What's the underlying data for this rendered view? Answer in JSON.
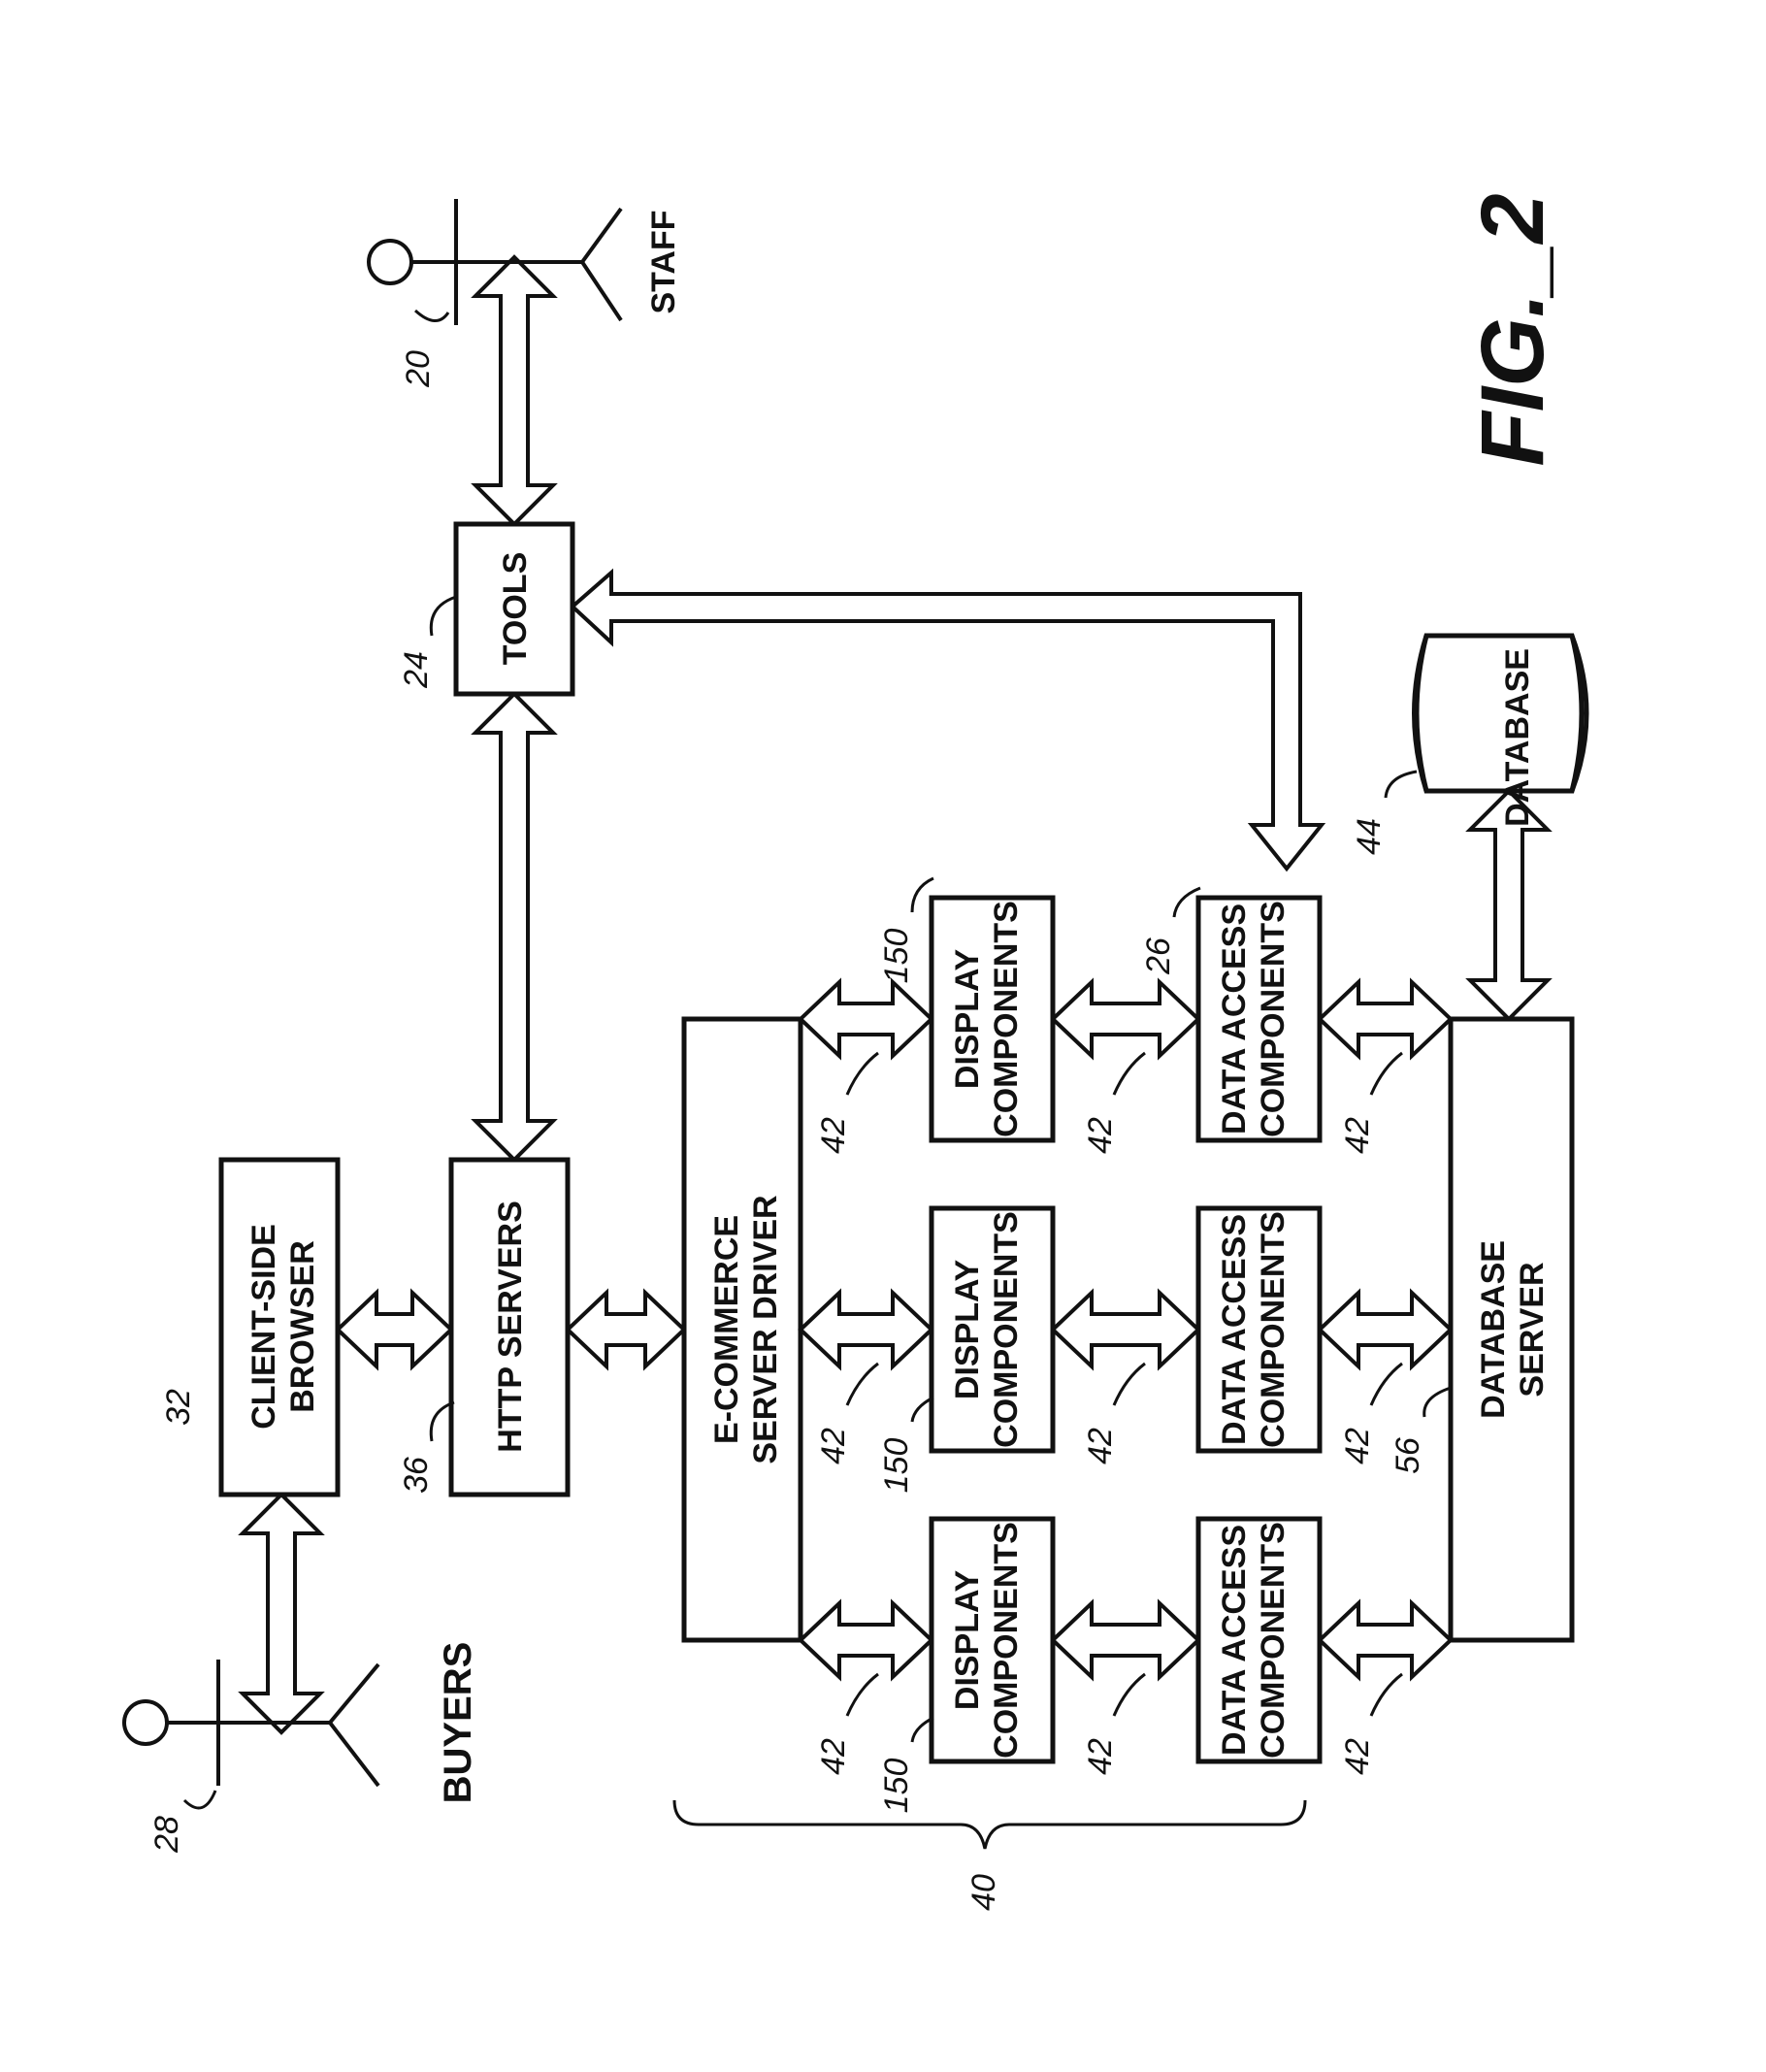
{
  "figure_label": "FIG._2",
  "actors": {
    "staff_label": "STAFF",
    "staff_ref": "20",
    "buyers_label": "BUYERS",
    "buyers_ref": "28"
  },
  "blocks": {
    "tools": {
      "label": "TOOLS",
      "ref": "24"
    },
    "client_browser": {
      "lines": [
        "CLIENT-SIDE",
        "BROWSER"
      ],
      "ref": "32"
    },
    "http_servers": {
      "label": "HTTP SERVERS",
      "ref": "36"
    },
    "ecommerce_driver": {
      "lines": [
        "E-COMMERCE",
        "SERVER DRIVER"
      ]
    },
    "display_components": {
      "lines": [
        "DISPLAY",
        "COMPONENTS"
      ],
      "ref": "150"
    },
    "data_access_components": {
      "lines": [
        "DATA ACCESS",
        "COMPONENTS"
      ],
      "ref": "26"
    },
    "database_server": {
      "lines": [
        "DATABASE",
        "SERVER"
      ],
      "ref": "56"
    },
    "database": {
      "label": "DATABASE",
      "ref": "44"
    }
  },
  "connector_ref": "42",
  "group_ref": "40"
}
